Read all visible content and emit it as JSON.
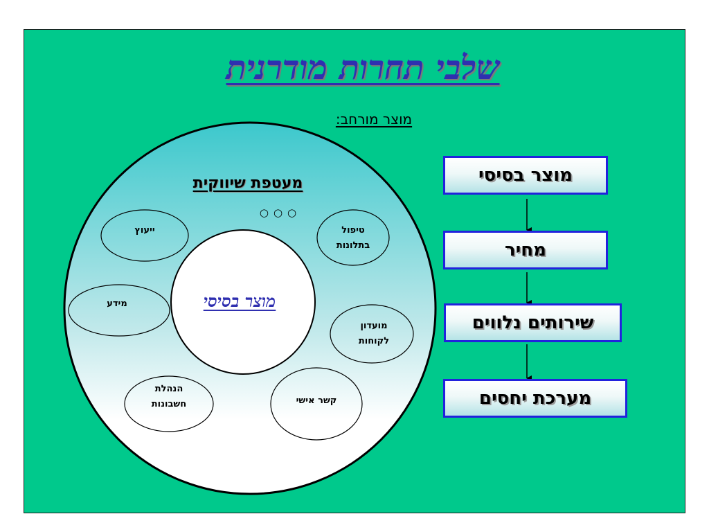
{
  "title": "שלבי תחרות מודרנית",
  "subtitle": "מוצר מורחב:",
  "flow": {
    "boxes": [
      "מוצר בסיסי",
      "מחיר",
      "שירותים נלווים",
      "מערכת יחסים"
    ]
  },
  "extended_product": {
    "wrapper_label": "מעטפת שיווקית",
    "ellipsis": "○○○",
    "core_label": "מוצר בסיסי",
    "items": [
      {
        "line1": "ייעוץ",
        "line2": ""
      },
      {
        "line1": "טיפול",
        "line2": "בתלונות"
      },
      {
        "line1": "מידע",
        "line2": ""
      },
      {
        "line1": "מועדון",
        "line2": "לקוחות"
      },
      {
        "line1": "הנהלת",
        "line2": "חשבונות"
      },
      {
        "line1": "קשר אישי",
        "line2": ""
      }
    ]
  },
  "colors": {
    "background": "#00c98c",
    "title": "#2f2fb0",
    "box_border": "#2222dd"
  }
}
